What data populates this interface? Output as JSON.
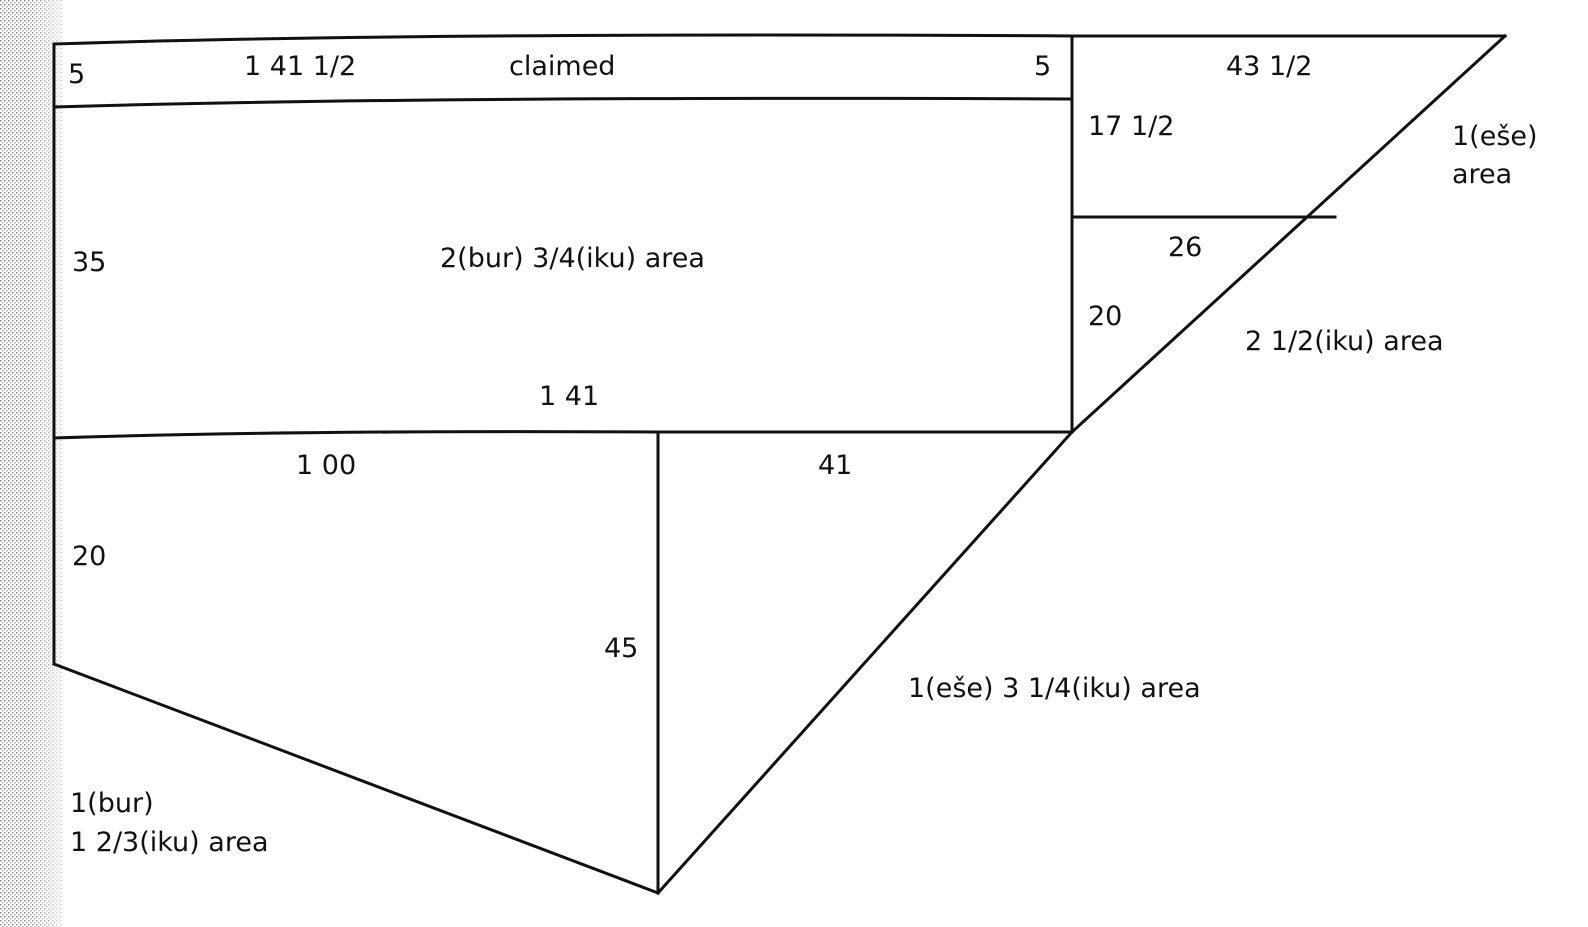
{
  "labels": {
    "top_strip_left_width": "5",
    "top_strip_length": "1 41 1/2",
    "top_strip_status": "claimed",
    "top_strip_right_width": "5",
    "top_right_top_side": "43 1/2",
    "top_right_height": "17 1/2",
    "top_right_area_line1": "1(eše)",
    "top_right_area_line2": "area",
    "mid_right_top_side": "26",
    "mid_right_height": "20",
    "mid_right_area": "2 1/2(iku) area",
    "main_rect_height": "35",
    "main_rect_area": "2(bur) 3/4(iku) area",
    "main_rect_bottom_side": "1 41",
    "bottom_left_top_side": "1 00",
    "bottom_left_left_side": "20",
    "bottom_left_right_side": "45",
    "bottom_left_area_line1": "1(bur)",
    "bottom_left_area_line2": "1 2/3(iku) area",
    "bottom_right_top_side": "41",
    "bottom_right_area": "1(eše) 3 1/4(iku) area"
  },
  "colors": {
    "line": "#111111",
    "background": "#ffffff",
    "left_edge_texture": "#9a9a9a"
  }
}
